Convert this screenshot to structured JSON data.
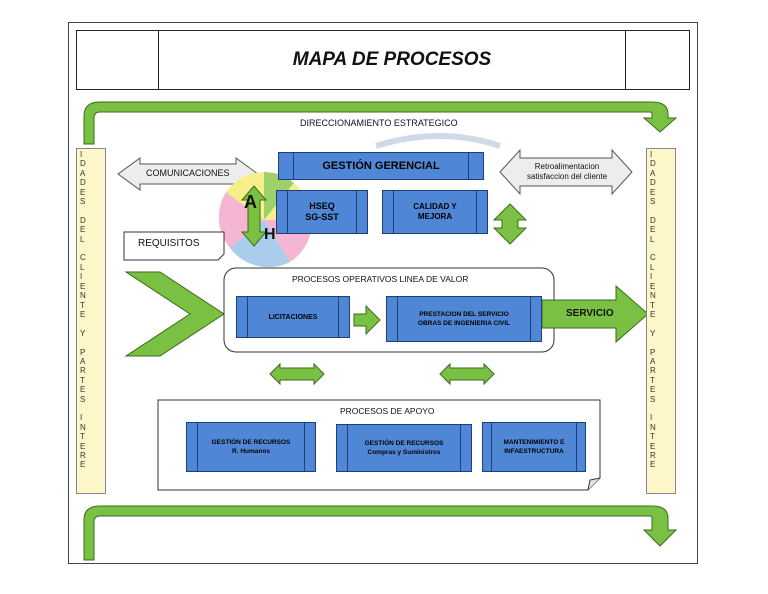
{
  "header": {
    "title": "MAPA DE PROCESOS"
  },
  "direccionamiento": "DIRECCIONAMIENTO ESTRATEGICO",
  "gestion_gerencial": "GESTIÓN GERENCIAL",
  "comunicaciones": "COMUNICACIONES",
  "retroalimentacion": "Retroalimentacion satisfaccion del cliente",
  "hseq": {
    "line1": "HSEQ",
    "line2": "SG-SST"
  },
  "calidad": {
    "line1": "CALIDAD Y",
    "line2": "MEJORA"
  },
  "requisitos": "REQUISITOS",
  "operativos": {
    "title": "PROCESOS OPERATIVOS LINEA DE VALOR",
    "licitaciones": "LICITACIONES",
    "prestacion_l1": "PRESTACION DEL SERVICIO",
    "prestacion_l2": "OBRAS DE INGENIERIA CIVIL"
  },
  "servicio": "SERVICIO",
  "apoyo": {
    "title": "PROCESOS DE APOYO",
    "rh_l1": "GESTIÓN DE RECURSOS",
    "rh_l2": "R. Humanos",
    "compras_l1": "GESTIÓN DE RECURSOS",
    "compras_l2": "Compras y Suministros",
    "mant_l1": "MANTENIMIENTO E",
    "mant_l2": "INFAESTRUCTURA"
  },
  "side_left": "I\nD\nA\nD\nE\nS\n \nD\nE\nL\n \nC\nL\nI\nE\nN\nT\nE\n \nY\n \nP\nA\nR\nT\nE\nS\n \nI\nN\nT\nE\nR\nE",
  "side_right": "I\nD\nA\nD\nE\nS\n \nD\nE\nL\n \nC\nL\nI\nE\nN\nT\nE\n \nY\n \nP\nA\nR\nT\nE\nS\n \nI\nN\nT\nE\nR\nE",
  "phva_letters": {
    "a": "A",
    "h": "H"
  },
  "colors": {
    "green": "#7ac143",
    "blue": "#4f87d6",
    "cream": "#fdf6c8"
  }
}
